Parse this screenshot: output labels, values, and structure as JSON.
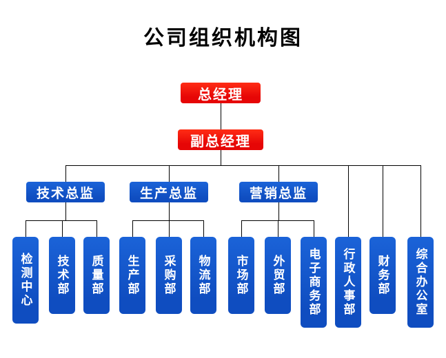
{
  "title": "公司组织机构图",
  "colors": {
    "red_node": "#ee0b0b",
    "blue_node": "#1557cc",
    "connector": "#000000",
    "node_text": "#ffffff",
    "title_text": "#000000",
    "background": "#ffffff"
  },
  "root": {
    "label": "总经理"
  },
  "deputy": {
    "label": "副总经理"
  },
  "directors": [
    {
      "label": "技术总监",
      "children": [
        "检测中心",
        "技术部",
        "质量部"
      ]
    },
    {
      "label": "生产总监",
      "children": [
        "生产部",
        "采购部",
        "物流部"
      ]
    },
    {
      "label": "营销总监",
      "children": [
        "市场部",
        "外贸部",
        "电子商务部"
      ]
    }
  ],
  "direct_departments": [
    "行政人事部",
    "财务部",
    "综合办公室"
  ]
}
